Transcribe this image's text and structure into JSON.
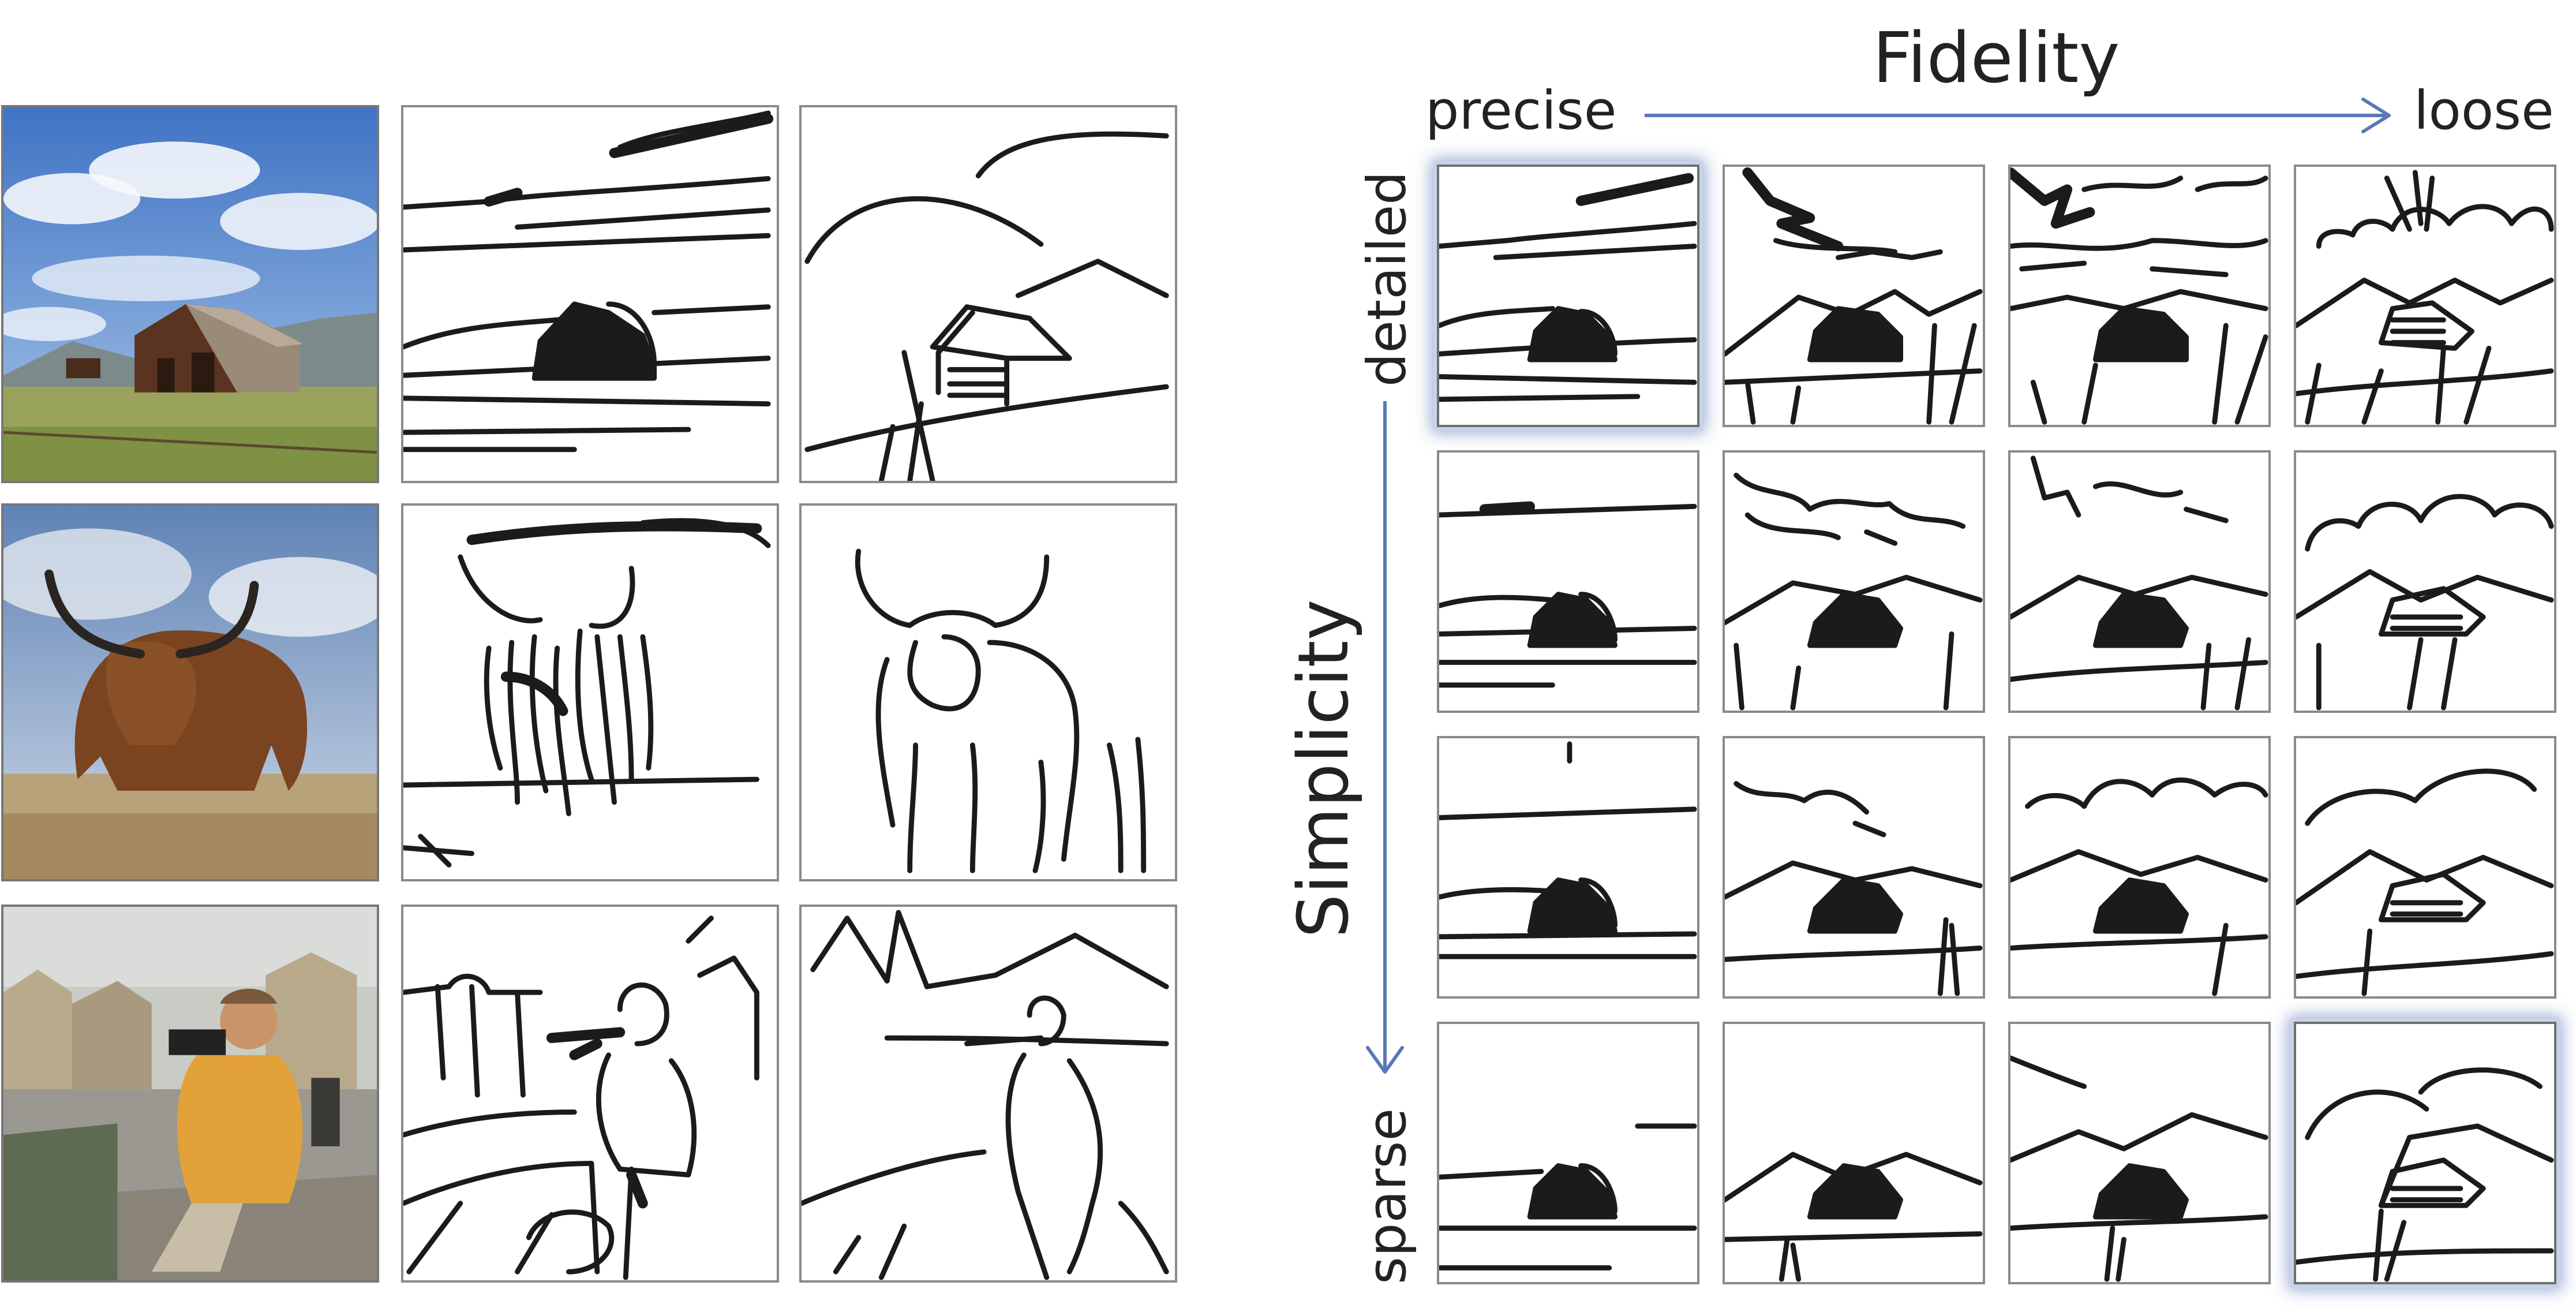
{
  "axes": {
    "fidelity": {
      "title": "Fidelity",
      "start": "precise",
      "end": "loose"
    },
    "simplicity": {
      "title": "Simplicity",
      "start": "detailed",
      "end": "sparse"
    }
  },
  "colors": {
    "arrow": "#5a78b8",
    "panel_border": "#8a8a8a",
    "stroke": "#1b1b1b"
  },
  "examples": [
    {
      "subject": "barn",
      "photo": "barn-photo"
    },
    {
      "subject": "highland-cow",
      "photo": "cow-photo"
    },
    {
      "subject": "photographer",
      "photo": "photographer-photo"
    }
  ],
  "grid": {
    "rows": 4,
    "cols": 4,
    "highlighted": [
      [
        0,
        0
      ],
      [
        3,
        3
      ]
    ]
  }
}
